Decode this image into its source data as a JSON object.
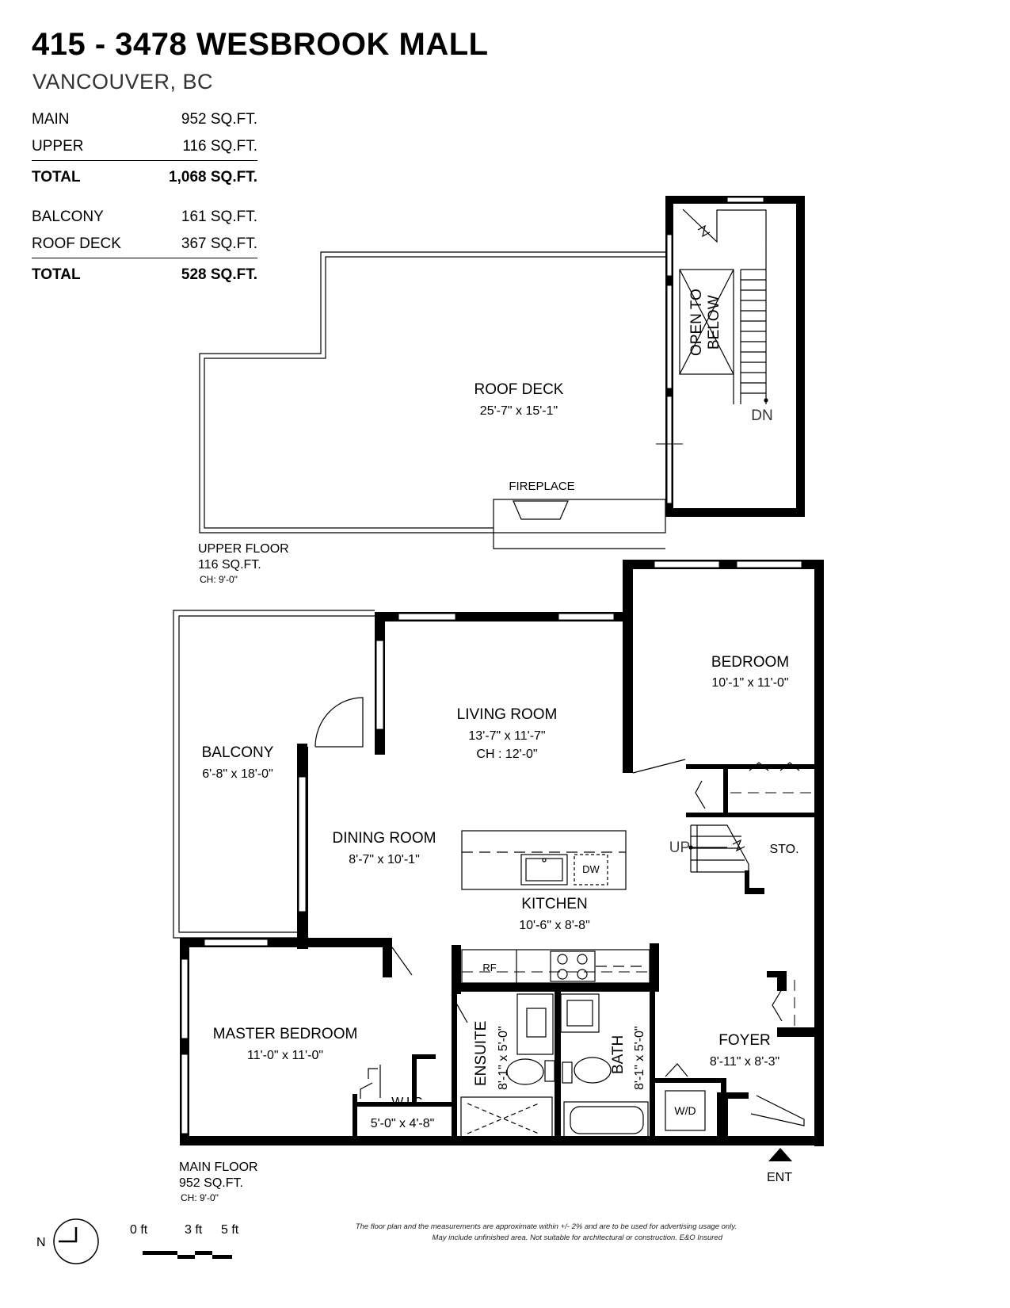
{
  "header": {
    "title": "415 - 3478 WESBROOK MALL",
    "subtitle": "VANCOUVER, BC"
  },
  "areas": {
    "interior": [
      {
        "label": "MAIN",
        "value": "952 SQ.FT."
      },
      {
        "label": "UPPER",
        "value": "116 SQ.FT."
      }
    ],
    "interior_total": {
      "label": "TOTAL",
      "value": "1,068 SQ.FT."
    },
    "exterior": [
      {
        "label": "BALCONY",
        "value": "161 SQ.FT."
      },
      {
        "label": "ROOF DECK",
        "value": "367 SQ.FT."
      }
    ],
    "exterior_total": {
      "label": "TOTAL",
      "value": "528 SQ.FT."
    }
  },
  "upper_floor": {
    "label": "UPPER FLOOR",
    "area": "116 SQ.FT.",
    "ceiling": "CH: 9'-0\"",
    "roof_deck": {
      "name": "ROOF DECK",
      "dims": "25'-7\"  x  15'-1\""
    },
    "fireplace": "FIREPLACE",
    "open_below_1": "OPEN TO",
    "open_below_2": "BELOW",
    "stair_dn": "DN"
  },
  "main_floor": {
    "label": "MAIN FLOOR",
    "area": "952 SQ.FT.",
    "ceiling": "CH: 9'-0\"",
    "rooms": {
      "bedroom": {
        "name": "BEDROOM",
        "dims": "10'-1\"  x  11'-0\""
      },
      "living": {
        "name": "LIVING ROOM",
        "dims": "13'-7\"  x  11'-7\"",
        "ch": "CH : 12'-0\""
      },
      "balcony": {
        "name": "BALCONY",
        "dims": "6'-8\"  x  18'-0\""
      },
      "dining": {
        "name": "DINING ROOM",
        "dims": "8'-7\"  x  10'-1\""
      },
      "kitchen": {
        "name": "KITCHEN",
        "dims": "10'-6\"  x  8'-8\""
      },
      "master": {
        "name": "MASTER BEDROOM",
        "dims": "11'-0\"  x  11'-0\""
      },
      "wic": {
        "name": "W.I.C.",
        "dims": "5'-0\" x 4'-8\""
      },
      "ensuite": {
        "name": "ENSUITE",
        "dims": "8'-1\" x 5'-0\""
      },
      "bath": {
        "name": "BATH",
        "dims": "8'-1\" x 5'-0\""
      },
      "foyer": {
        "name": "FOYER",
        "dims": "8'-11\"  x  8'-3\""
      }
    },
    "fixtures": {
      "dw": "DW",
      "rf": "RF",
      "wd": "W/D",
      "sto": "STO.",
      "up": "UP"
    },
    "entry": "ENT"
  },
  "legend": {
    "north": "N",
    "scale": [
      "0 ft",
      "3 ft",
      "5 ft"
    ],
    "disclaimer_1": "The floor plan and the measurements are approximate within +/- 2% and are to be used for advertising usage only.",
    "disclaimer_2": "May include unfinished area. Not suitable for architectural or construction. E&O Insured"
  }
}
